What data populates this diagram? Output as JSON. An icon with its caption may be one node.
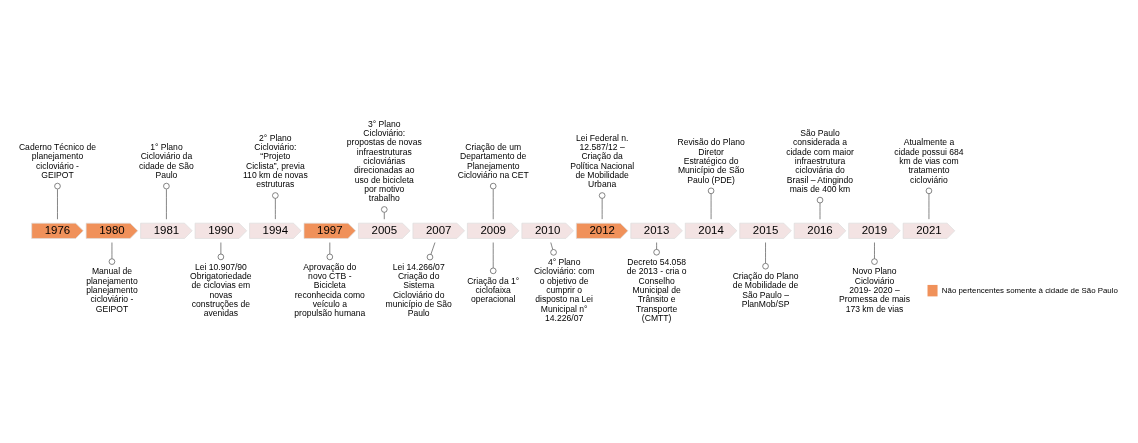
{
  "diagram": {
    "nodes": [
      {
        "text": [
          "1976"
        ]
      },
      {
        "text": [
          "1980"
        ]
      },
      {
        "text": [
          "1981"
        ]
      },
      {
        "text": [
          "1990"
        ]
      },
      {
        "text": [
          "1994"
        ]
      },
      {
        "text": [
          "1997"
        ]
      },
      {
        "text": [
          "2005"
        ]
      },
      {
        "text": [
          "2007"
        ]
      },
      {
        "text": [
          "2009"
        ]
      },
      {
        "text": [
          "2010"
        ]
      },
      {
        "text": [
          "2012"
        ]
      },
      {
        "text": [
          "2013"
        ]
      },
      {
        "text": [
          "2014"
        ]
      },
      {
        "text": [
          "2015"
        ]
      },
      {
        "text": [
          "2016"
        ]
      },
      {
        "text": [
          "2019"
        ]
      },
      {
        "text": [
          "2021"
        ]
      },
      {
        "text": [
          "Caderno Técnico de planejamento cicloviário - GEIPOT"
        ]
      },
      {
        "text": [
          "1° Plano Cicloviário da cidade de São Paulo"
        ]
      },
      {
        "text": [
          "2° Plano Cicloviário: “Projeto Ciclista”, previa 110 km de novas estruturas"
        ]
      },
      {
        "text": [
          "3° Plano Cicloviário: propostas de novas infraestruturas cicloviárias direcionadas ao uso de bicicleta por motivo trabalho"
        ]
      },
      {
        "text": [
          "Criação de um Departamento de Planejamento Cicloviário na CET"
        ]
      },
      {
        "text": [
          "Lei Federal n. 12.587/12 – Criação da Política Nacional de Mobilidade Urbana"
        ]
      },
      {
        "text": [
          "Revisão do Plano Diretor Estratégico do Município de São Paulo (PDE)"
        ]
      },
      {
        "text": [
          "São Paulo considerada a cidade com maior infraestrutura cicloviária do Brasil – Atingindo mais de 400 km"
        ]
      },
      {
        "text": [
          "Atualmente a cidade possui 684 km de vias com tratamento cicloviário"
        ]
      },
      {
        "text": [
          "Manual de planejamento planejamento cicloviário - GEIPOT"
        ]
      },
      {
        "text": [
          "Lei 10.907/90 Obrigatoriedade de ciclovias em novas construções de avenidas"
        ]
      },
      {
        "text": [
          "Aprovação do novo CTB - Bicicleta reconhecida como veículo a propulsão humana"
        ]
      },
      {
        "text": [
          "Lei 14.266/07 Criação do Sistema Cicloviário do município de São Paulo"
        ]
      },
      {
        "text": [
          "Criação da 1° ciclofaixa operacional"
        ]
      },
      {
        "text": [
          "4° Plano Cicloviário: com o objetivo de cumprir o disposto na Lei Municipal n° 14.226/07"
        ]
      },
      {
        "text": [
          "Decreto 54.058 de 2013 - cria o Conselho Municipal de Trânsito e Transporte (CMTT)"
        ]
      },
      {
        "text": [
          "Criação do Plano de Mobilidade de São Paulo – PlanMob/SP"
        ]
      },
      {
        "text": [
          "Novo Plano Cicloviário 2019- 2020 – Promessa de mais 173 km de vias"
        ]
      }
    ],
    "edges": [
      {
        "from": 17,
        "to": 0,
        "arrow": "other"
      },
      {
        "from": 18,
        "to": 2,
        "arrow": "other"
      },
      {
        "from": 19,
        "to": 4,
        "arrow": "other"
      },
      {
        "from": 20,
        "to": 6,
        "arrow": "other"
      },
      {
        "from": 21,
        "to": 8,
        "arrow": "other"
      },
      {
        "from": 22,
        "to": 10,
        "arrow": "other"
      },
      {
        "from": 23,
        "to": 12,
        "arrow": "other"
      },
      {
        "from": 24,
        "to": 14,
        "arrow": "other"
      },
      {
        "from": 25,
        "to": 16,
        "arrow": "other"
      },
      {
        "from": 26,
        "to": 1,
        "arrow": "other"
      },
      {
        "from": 27,
        "to": 3,
        "arrow": "other"
      },
      {
        "from": 28,
        "to": 5,
        "arrow": "other"
      },
      {
        "from": 29,
        "to": 7,
        "arrow": "other"
      },
      {
        "from": 30,
        "to": 8,
        "arrow": "other"
      },
      {
        "from": 31,
        "to": 9,
        "arrow": "other"
      },
      {
        "from": 32,
        "to": 11,
        "arrow": "other"
      },
      {
        "from": 33,
        "to": 13,
        "arrow": "other"
      },
      {
        "from": 34,
        "to": 15,
        "arrow": "other"
      }
    ],
    "legend": [
      {
        "text": "Não pertencentes somente à cidade de São Paulo",
        "color": "#f0915a"
      }
    ]
  }
}
